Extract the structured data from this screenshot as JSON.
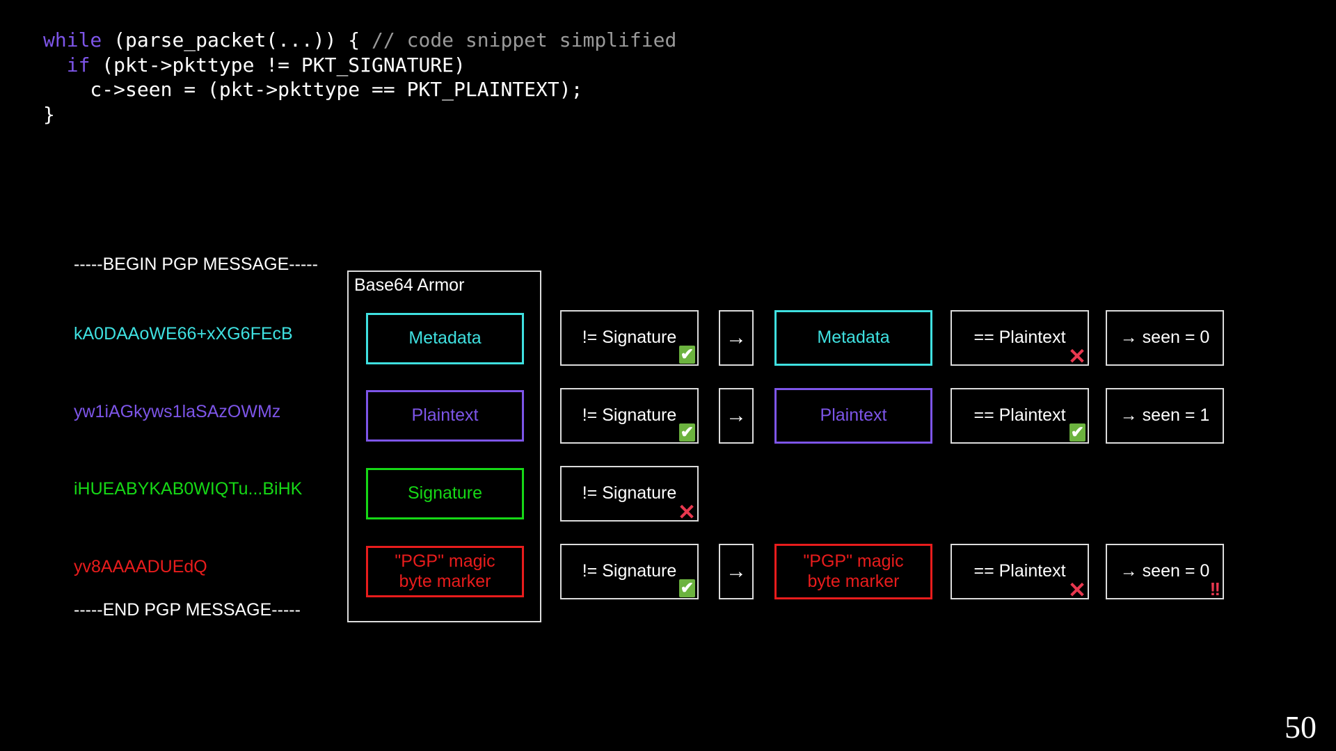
{
  "code": {
    "lines": [
      [
        {
          "t": "while",
          "c": "kw"
        },
        {
          "t": " (parse_packet(...)) { ",
          "c": "pln"
        },
        {
          "t": "// code snippet simplified",
          "c": "cmt"
        }
      ],
      [
        {
          "t": "  ",
          "c": "pln"
        },
        {
          "t": "if",
          "c": "kw"
        },
        {
          "t": " (pkt->pkttype != PKT_SIGNATURE)",
          "c": "pln"
        }
      ],
      [
        {
          "t": "    c->seen = (pkt->pkttype == PKT_PLAINTEXT);",
          "c": "pln"
        }
      ],
      [
        {
          "t": "}",
          "c": "pln"
        }
      ]
    ]
  },
  "armor_text": {
    "begin": "-----BEGIN PGP MESSAGE-----",
    "end": "-----END PGP MESSAGE-----",
    "b64_lines": [
      "kA0DAAoWE66+xXG6FEcB",
      "yw1iAGkyws1laSAzOWMz",
      "iHUEABYKAB0WIQTu...BiHK",
      "yv8AAAADUEdQ"
    ]
  },
  "armor_box": {
    "title": "Base64 Armor",
    "packets": [
      {
        "label": "Metadata",
        "color": "cyan"
      },
      {
        "label": "Plaintext",
        "color": "purple"
      },
      {
        "label": "Signature",
        "color": "green"
      },
      {
        "label": "\"PGP\" magic\nbyte marker",
        "color": "red"
      }
    ]
  },
  "rows": [
    {
      "test_label": "!= Signature",
      "test_mark": "check",
      "arrow": "→",
      "packet_label": "Metadata",
      "packet_color": "cyan",
      "compare_label": "== Plaintext",
      "compare_mark": "cross",
      "result_label": "→ seen = 0",
      "result_mark": ""
    },
    {
      "test_label": "!= Signature",
      "test_mark": "check",
      "arrow": "→",
      "packet_label": "Plaintext",
      "packet_color": "purple",
      "compare_label": "== Plaintext",
      "compare_mark": "check",
      "result_label": "→ seen = 1",
      "result_mark": ""
    },
    {
      "test_label": "!= Signature",
      "test_mark": "cross",
      "arrow": "",
      "packet_label": "",
      "packet_color": "",
      "compare_label": "",
      "compare_mark": "",
      "result_label": "",
      "result_mark": ""
    },
    {
      "test_label": "!= Signature",
      "test_mark": "check",
      "arrow": "→",
      "packet_label": "\"PGP\" magic\nbyte marker",
      "packet_color": "red",
      "compare_label": "== Plaintext",
      "compare_mark": "cross",
      "result_label": "→ seen = 0",
      "result_mark": "bang"
    }
  ],
  "marks": {
    "check": "✔",
    "cross": "✕",
    "bang": "!!"
  },
  "page_number": "50",
  "colors": {
    "cyan": "#3fe0e0",
    "purple": "#7d55e8",
    "green": "#16d816",
    "red": "#e81c1c",
    "check_green": "#6cb33f",
    "cross_red": "#e8384f",
    "background": "#000000",
    "foreground": "#ffffff",
    "comment_gray": "#9a9a9a"
  }
}
